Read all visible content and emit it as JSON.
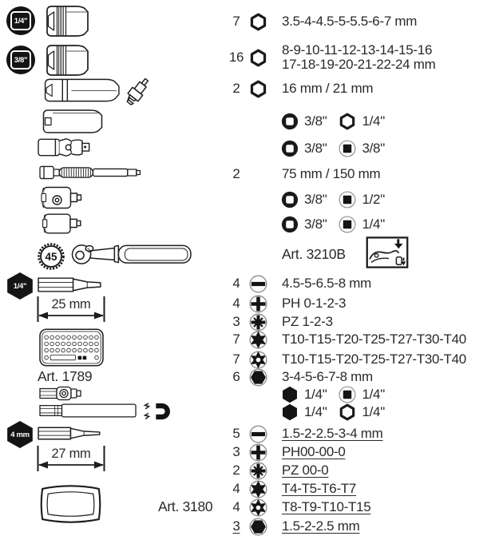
{
  "page": {
    "background": "#ffffff",
    "text_color": "#2a2a2a",
    "accent_black": "#141414",
    "circle_gray": "#9a9a9a"
  },
  "left": {
    "badge_quarter_circle": "1/4\"",
    "badge_three_eighths_circle": "3/8\"",
    "badge_gear_teeth": "45",
    "badge_quarter_hex": "1/4\"",
    "badge_4mm_hex": "4 mm",
    "dim_25": "25 mm",
    "dim_27": "27 mm",
    "art_1789": "Art. 1789",
    "art_3180": "Art. 3180"
  },
  "right": {
    "art_3210b": "Art. 3210B",
    "rows": [
      {
        "qty": "7",
        "icon": "hex-socket",
        "text": "3.5-4-4.5-5-5.5-6-7 mm"
      },
      {
        "qty": "16",
        "icon": "hex-socket",
        "text": "8-9-10-11-12-13-14-15-16",
        "text2": "17-18-19-20-21-22-24 mm"
      },
      {
        "qty": "2",
        "icon": "hex-socket",
        "text": "16 mm / 21 mm"
      },
      {
        "chips": [
          {
            "icon": "square-female",
            "label": "3/8\""
          },
          {
            "icon": "hex-socket",
            "label": "1/4\""
          }
        ]
      },
      {
        "chips": [
          {
            "icon": "square-female",
            "label": "3/8\""
          },
          {
            "icon": "square-male",
            "label": "3/8\""
          }
        ]
      },
      {
        "qty": "2",
        "text": "75 mm / 150 mm"
      },
      {
        "chips": [
          {
            "icon": "square-female",
            "label": "3/8\""
          },
          {
            "icon": "square-male",
            "label": "1/2\""
          }
        ]
      },
      {
        "chips": [
          {
            "icon": "square-female",
            "label": "3/8\""
          },
          {
            "icon": "square-male",
            "label": "1/4\""
          }
        ]
      },
      {
        "qty": "4",
        "icon": "slotted",
        "text": "4.5-5-6.5-8 mm"
      },
      {
        "qty": "4",
        "icon": "phillips",
        "text": "PH 0-1-2-3"
      },
      {
        "qty": "3",
        "icon": "pozidriv",
        "text": "PZ 1-2-3"
      },
      {
        "qty": "7",
        "icon": "torx",
        "text": "T10-T15-T20-T25-T27-T30-T40"
      },
      {
        "qty": "7",
        "icon": "torx-tamper",
        "text": "T10-T15-T20-T25-T27-T30-T40"
      },
      {
        "qty": "6",
        "icon": "hex-bit",
        "text": "3-4-5-6-7-8 mm"
      },
      {
        "chips": [
          {
            "icon": "hex-solid",
            "label": "1/4\""
          },
          {
            "icon": "square-male",
            "label": "1/4\""
          }
        ]
      },
      {
        "chips": [
          {
            "icon": "hex-solid",
            "label": "1/4\""
          },
          {
            "icon": "hex-socket",
            "label": "1/4\""
          }
        ]
      },
      {
        "qty": "5",
        "icon": "slotted",
        "text": "1.5-2-2.5-3-4 mm",
        "underlined": true
      },
      {
        "qty": "3",
        "icon": "phillips",
        "text": "PH00-00-0",
        "underlined": true
      },
      {
        "qty": "2",
        "icon": "pozidriv",
        "text": "PZ 00-0",
        "underlined": true
      },
      {
        "qty": "4",
        "icon": "torx",
        "text": "T4-T5-T6-T7",
        "underlined": true
      },
      {
        "qty": "4",
        "icon": "torx-tamper",
        "text": "T8-T9-T10-T15",
        "underlined": true
      },
      {
        "qty": "3",
        "icon": "hex-bit",
        "text": "1.5-2-2.5 mm",
        "underlined": true,
        "qty_underlined": true
      }
    ]
  }
}
